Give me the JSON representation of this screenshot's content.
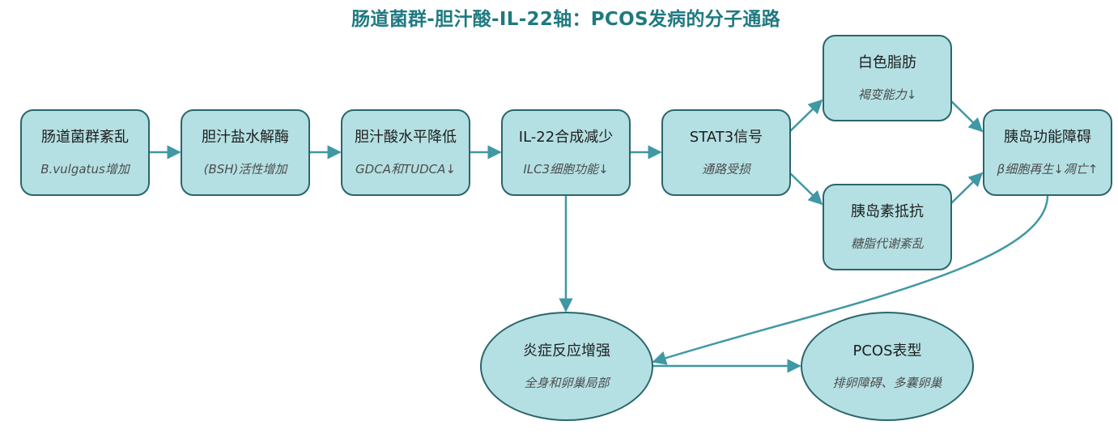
{
  "title": "肠道菌群-胆汁酸-IL-22轴：PCOS发病的分子通路",
  "nodes": {
    "dysbiosis": {
      "label": "肠道菌群紊乱",
      "sub": "B.vulgatus增加"
    },
    "bsh": {
      "label": "胆汁盐水解酶",
      "sub": "(BSH)活性增加"
    },
    "bile_acid": {
      "label": "胆汁酸水平降低",
      "sub": "GDCA和TUDCA↓"
    },
    "il22": {
      "label": "IL-22合成减少",
      "sub": "ILC3细胞功能↓"
    },
    "stat3": {
      "label": "STAT3信号",
      "sub": "通路受损"
    },
    "white_fat": {
      "label": "白色脂肪",
      "sub": "褐变能力↓"
    },
    "insulin_resistance": {
      "label": "胰岛素抵抗",
      "sub": "糖脂代谢紊乱"
    },
    "islet": {
      "label": "胰岛功能障碍",
      "sub": "β细胞再生↓凋亡↑"
    },
    "inflammation": {
      "label": "炎症反应增强",
      "sub": "全身和卵巢局部"
    },
    "pcos": {
      "label": "PCOS表型",
      "sub": "排卵障碍、多囊卵巢"
    }
  }
}
